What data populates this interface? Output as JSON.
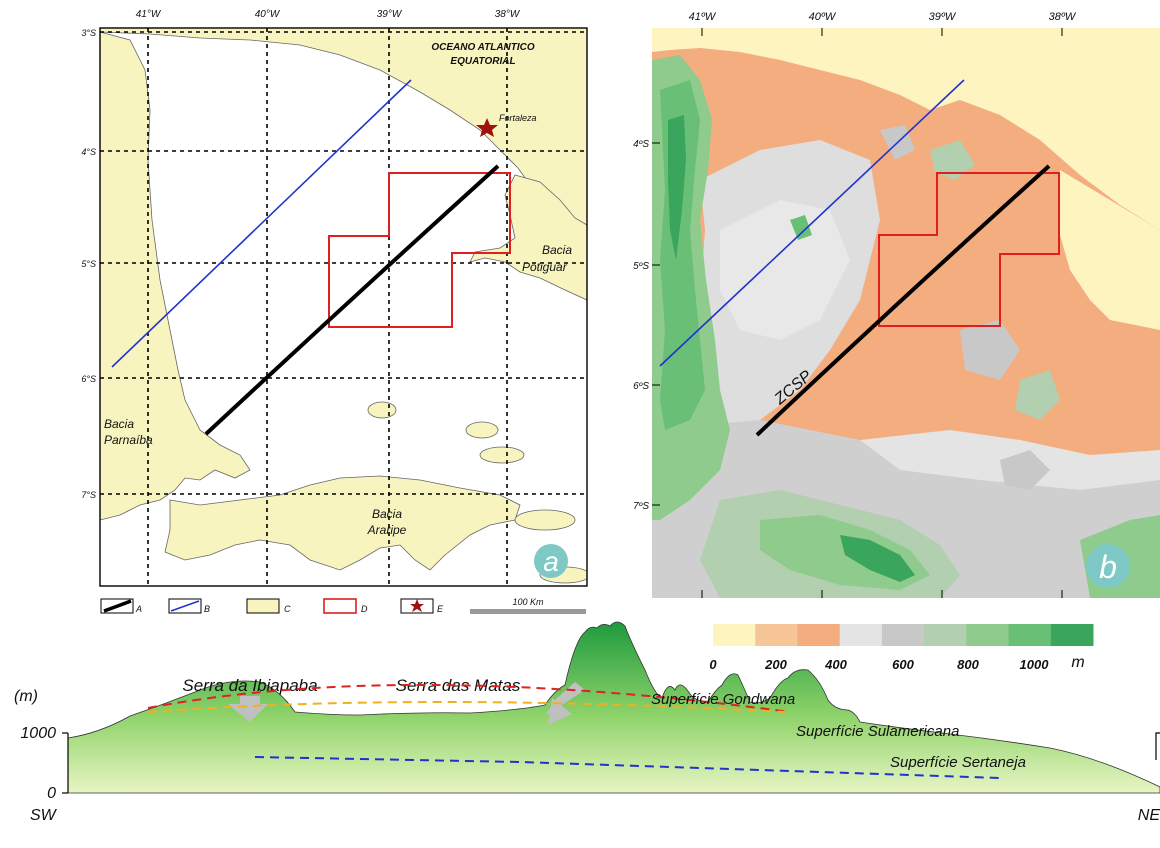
{
  "map_a": {
    "lon_labels": [
      "41°W",
      "40°W",
      "39°W",
      "38°W"
    ],
    "lat_labels": [
      "3°S",
      "4°S",
      "5°S",
      "6°S",
      "7°S"
    ],
    "ocean_label_1": "OCEANO ATLANTICO",
    "ocean_label_2": "EQUATORIAL",
    "city": "Fortaleza",
    "basin_potiguar_1": "Bacia",
    "basin_potiguar_2": "Potiguar",
    "basin_parnaiba_1": "Bacia",
    "basin_parnaiba_2": "Parnaíba",
    "basin_araripe_1": "Bacia",
    "basin_araripe_2": "Araripe",
    "panel_letter": "a",
    "colors": {
      "basin": "#f8f4c0",
      "profile_line": "#000000",
      "line_b": "#2233cc",
      "area": "#e02020",
      "star": "#a01010"
    }
  },
  "legend_a": {
    "items": [
      "A",
      "B",
      "C",
      "D",
      "E"
    ],
    "scale_label": "100 Km"
  },
  "map_b": {
    "lon_labels": [
      "41ºW",
      "40ºW",
      "39ºW",
      "38ºW"
    ],
    "lat_labels": [
      "4ºS",
      "5ºS",
      "6ºS",
      "7ºS"
    ],
    "zone_label": "ZCSP",
    "panel_letter": "b"
  },
  "elevation_legend": {
    "colors": [
      "#fdf4c0",
      "#f6c699",
      "#f3ad7f",
      "#e4e4e4",
      "#c8c8c8",
      "#b2cfb0",
      "#8ecb8c",
      "#6abf76",
      "#3aa55c"
    ],
    "labels": [
      "0",
      "200",
      "400",
      "600",
      "800",
      "1000"
    ],
    "unit": "m"
  },
  "profile": {
    "unit": "(m)",
    "y_ticks": [
      "1000",
      "0"
    ],
    "sw": "SW",
    "ne": "NE",
    "serra_ibiapaba": "Serra da Ibiapaba",
    "serra_matas": "Serra das Matas",
    "surf_gondwana": "Superfície Gondwana",
    "surf_sulamericana": "Superfície Sulamericana",
    "surf_sertaneja": "Superfície Sertaneja",
    "colors": {
      "gondwana": "#dd2222",
      "sulamericana": "#f0b020",
      "sertaneja": "#2233cc"
    }
  }
}
